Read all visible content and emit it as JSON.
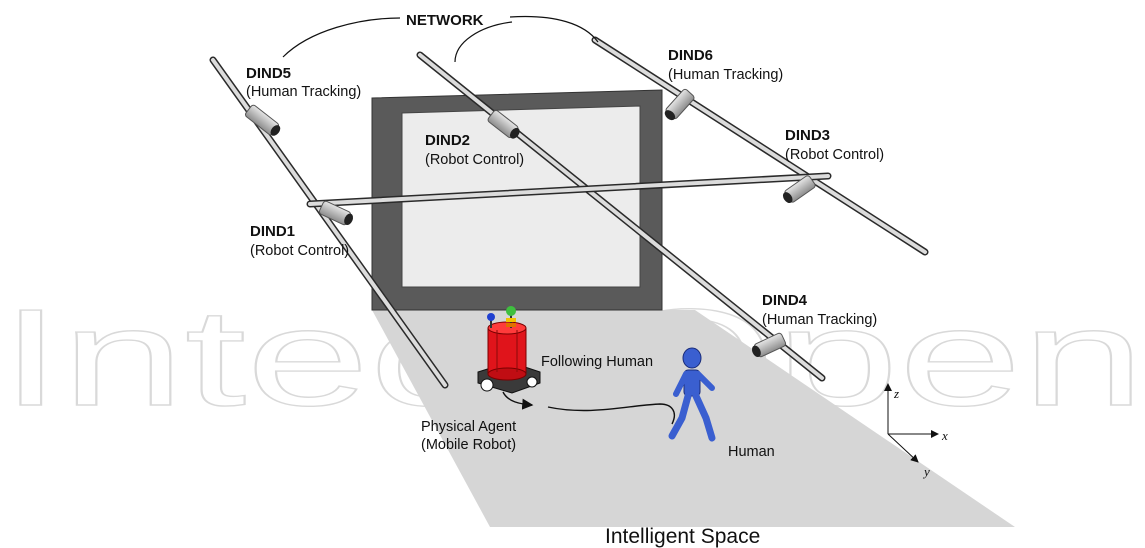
{
  "watermark": "IntechOpen",
  "network_label": "NETWORK",
  "dinds": [
    {
      "id": "DIND5",
      "role": "(Human Tracking)"
    },
    {
      "id": "DIND6",
      "role": "(Human Tracking)"
    },
    {
      "id": "DIND2",
      "role": "(Robot Control)"
    },
    {
      "id": "DIND3",
      "role": "(Robot Control)"
    },
    {
      "id": "DIND1",
      "role": "(Robot Control)"
    },
    {
      "id": "DIND4",
      "role": "(Human Tracking)"
    }
  ],
  "following_label": "Following Human",
  "agent_label": "Physical Agent",
  "agent_sublabel": "(Mobile Robot)",
  "human_label": "Human",
  "space_label": "Intelligent Space",
  "axes": {
    "x": "x",
    "y": "y",
    "z": "z"
  },
  "colors": {
    "floor": "#d6d6d6",
    "wall_frame": "#5a5a5a",
    "wall_panel": "#ececec",
    "robot_body": "#e0141b",
    "human": "#3a5fd0"
  }
}
